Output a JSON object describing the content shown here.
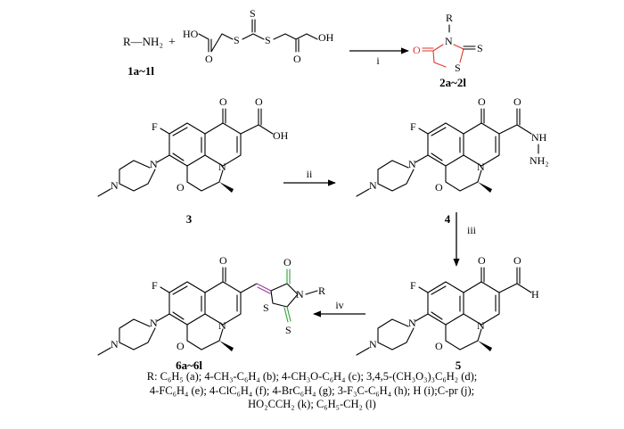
{
  "reaction_scheme": {
    "amine_label": "R—NH₂",
    "plus": "+",
    "acid_oh_left": "HO",
    "acid_oh_right": "OH",
    "compound_1": "1a~1l",
    "compound_2": "2a~2l",
    "compound_3": "3",
    "compound_4": "4",
    "compound_5": "5",
    "compound_6": "6a~6l",
    "steps": {
      "i": "i",
      "ii": "ii",
      "iii": "iii",
      "iv": "iv"
    },
    "atoms": {
      "F": "F",
      "O": "O",
      "N": "N",
      "S": "S",
      "H": "H",
      "OH": "OH",
      "NH": "NH",
      "NH2": "NH₂",
      "R": "R"
    },
    "colors": {
      "rhodanine_ring": "#e0352b",
      "thioxo_group": "#2fa33a",
      "linker": "#9b3d9b"
    }
  },
  "legend": {
    "line1": "R: C₆H₅ (a); 4-CH₃-C₆H₄ (b); 4-CH₃O-C₆H₄ (c); 3,4,5-(CH₃O₃)₃C₆H₂ (d);",
    "line2": "4-FC₆H₄ (e); 4-ClC₆H₄ (f); 4-BrC₆H₄ (g); 3-F₃C-C₆H₄ (h); H (i);C-pr (j);",
    "line3": "HO₂CCH₂ (k); C₆H₅-CH₂ (l)"
  }
}
